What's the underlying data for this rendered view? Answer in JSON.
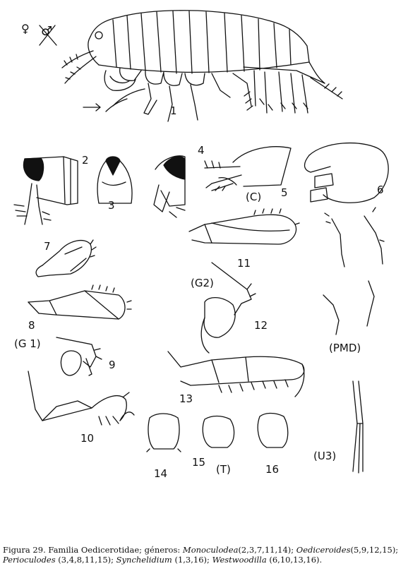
{
  "figure": {
    "symbols": {
      "female": "♀",
      "male": "♂"
    },
    "labels": {
      "f1": "1",
      "f2": "2",
      "f3": "3",
      "f4": "4",
      "f5": "5",
      "f6": "6",
      "f7": "7",
      "f8": "8",
      "f9": "9",
      "f10": "10",
      "f11": "11",
      "f12": "12",
      "f13": "13",
      "f14": "14",
      "f15": "15",
      "f16": "16"
    },
    "groups": {
      "c": "(C)",
      "g2": "(G2)",
      "g1": "(G 1)",
      "pmd": "(PMD)",
      "u3": "(U3)",
      "t": "(T)"
    }
  },
  "caption": {
    "prefix": "Figura 29. Familia Oedicerotidae; géneros: ",
    "g1_name": "Monoculodea",
    "g1_refs": "(2,3,7,11,14); ",
    "g2_name": "Oediceroides",
    "g2_refs": "(5,9,12,15); ",
    "g3_name": "Perioculodes",
    "g3_refs": " (3,4,8,11,15); ",
    "g4_name": "Synchelidium",
    "g4_refs": " (1,3,16); ",
    "g5_name": "Westwoodilla",
    "g5_refs": " (6,10,13,16)."
  }
}
